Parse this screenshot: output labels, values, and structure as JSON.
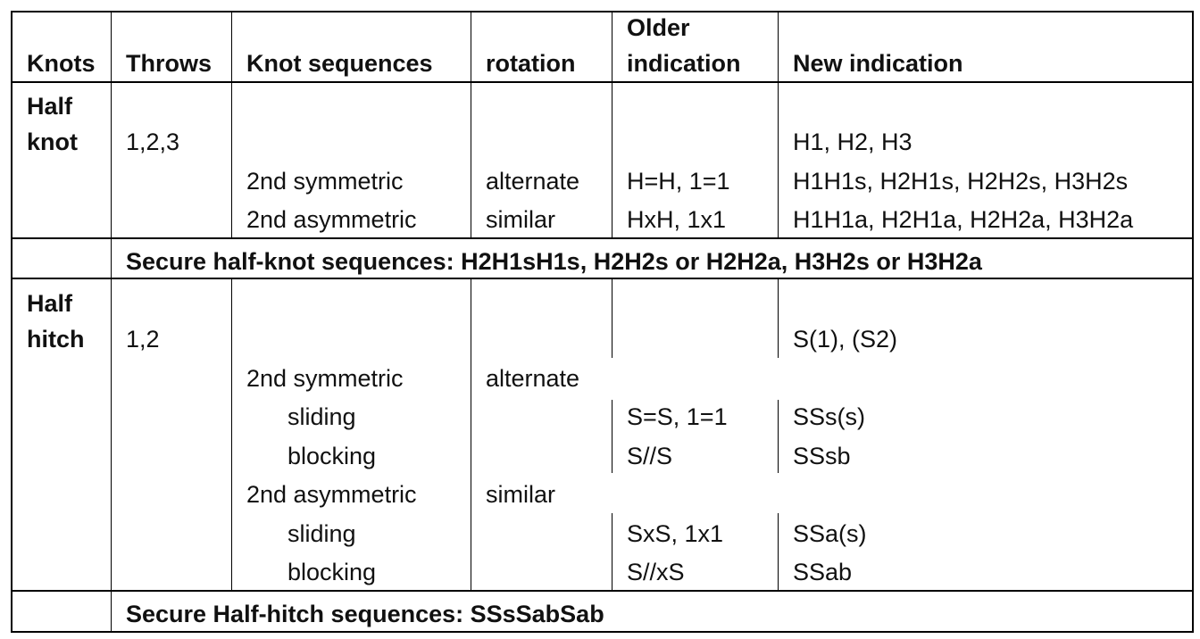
{
  "headers": {
    "knots": "Knots",
    "throws": "Throws",
    "knot_sequences": "Knot sequences",
    "rotation": "rotation",
    "older_line1": "Older",
    "older_line2": "indication",
    "new_indication": "New indication"
  },
  "half_knot": {
    "label_line1": "Half",
    "label_line2": "knot",
    "throws": "1,2,3",
    "new_basic": "H1, H2, H3",
    "rows": [
      {
        "sequence": "2nd symmetric",
        "rotation": "alternate",
        "older": "H=H, 1=1",
        "new": "H1H1s, H2H1s, H2H2s, H3H2s"
      },
      {
        "sequence": "2nd asymmetric",
        "rotation": "similar",
        "older": "HxH, 1x1",
        "new": "H1H1a, H2H1a, H2H2a, H3H2a"
      }
    ],
    "secure": "Secure half-knot sequences: H2H1sH1s, H2H2s or H2H2a, H3H2s or H3H2a"
  },
  "half_hitch": {
    "label_line1": "Half",
    "label_line2": "hitch",
    "throws": "1,2",
    "new_basic": "S(1), (S2)",
    "sym": {
      "sequence": "2nd symmetric",
      "rotation": "alternate",
      "sliding": {
        "label": "sliding",
        "older": "S=S, 1=1",
        "new": "SSs(s)"
      },
      "blocking": {
        "label": "blocking",
        "older": "S//S",
        "new": "SSsb"
      }
    },
    "asym": {
      "sequence": "2nd asymmetric",
      "rotation": "similar",
      "sliding": {
        "label": "sliding",
        "older": "SxS, 1x1",
        "new": "SSa(s)"
      },
      "blocking": {
        "label": "blocking",
        "older": "S//xS",
        "new": "SSab"
      }
    },
    "secure": "Secure Half-hitch sequences: SSsSabSab"
  }
}
